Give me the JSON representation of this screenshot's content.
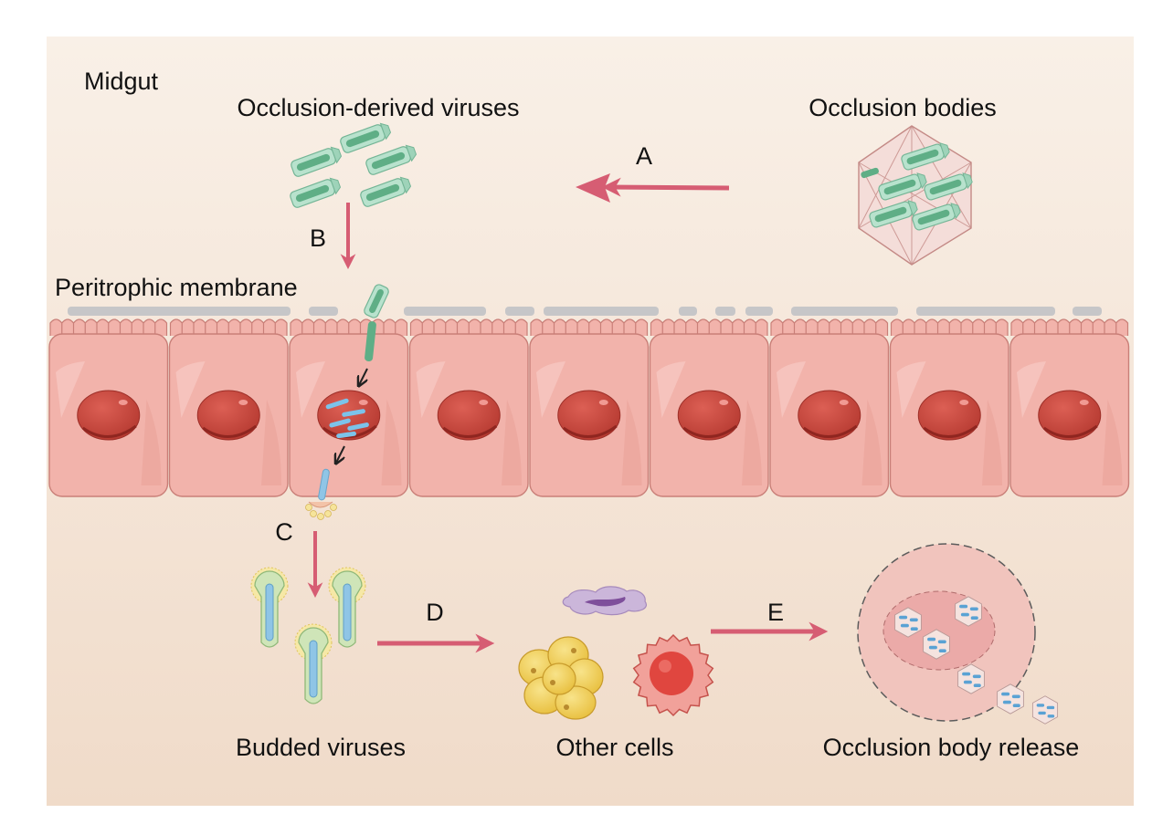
{
  "labels": {
    "midgut": "Midgut",
    "odv": "Occlusion-derived viruses",
    "ob": "Occlusion bodies",
    "pm": "Peritrophic membrane",
    "bv": "Budded viruses",
    "other": "Other cells",
    "release": "Occlusion body release"
  },
  "steps": {
    "a": "A",
    "b": "B",
    "c": "C",
    "d": "D",
    "e": "E"
  },
  "colors": {
    "background_top": "#f8ede2",
    "background_bottom": "#f0dccb",
    "arrow": "#d65d73",
    "cell_fill": "#f2b3ab",
    "cell_edge": "#c97f78",
    "nucleus": "#c9453c",
    "membrane": "#c6c6c8",
    "virion_green": "#7fc3a3",
    "virion_blue": "#8fc5e6",
    "yellow_cell": "#f1cf5a",
    "hemocyte": "#e2544e",
    "purple_cell": "#b79acb"
  }
}
